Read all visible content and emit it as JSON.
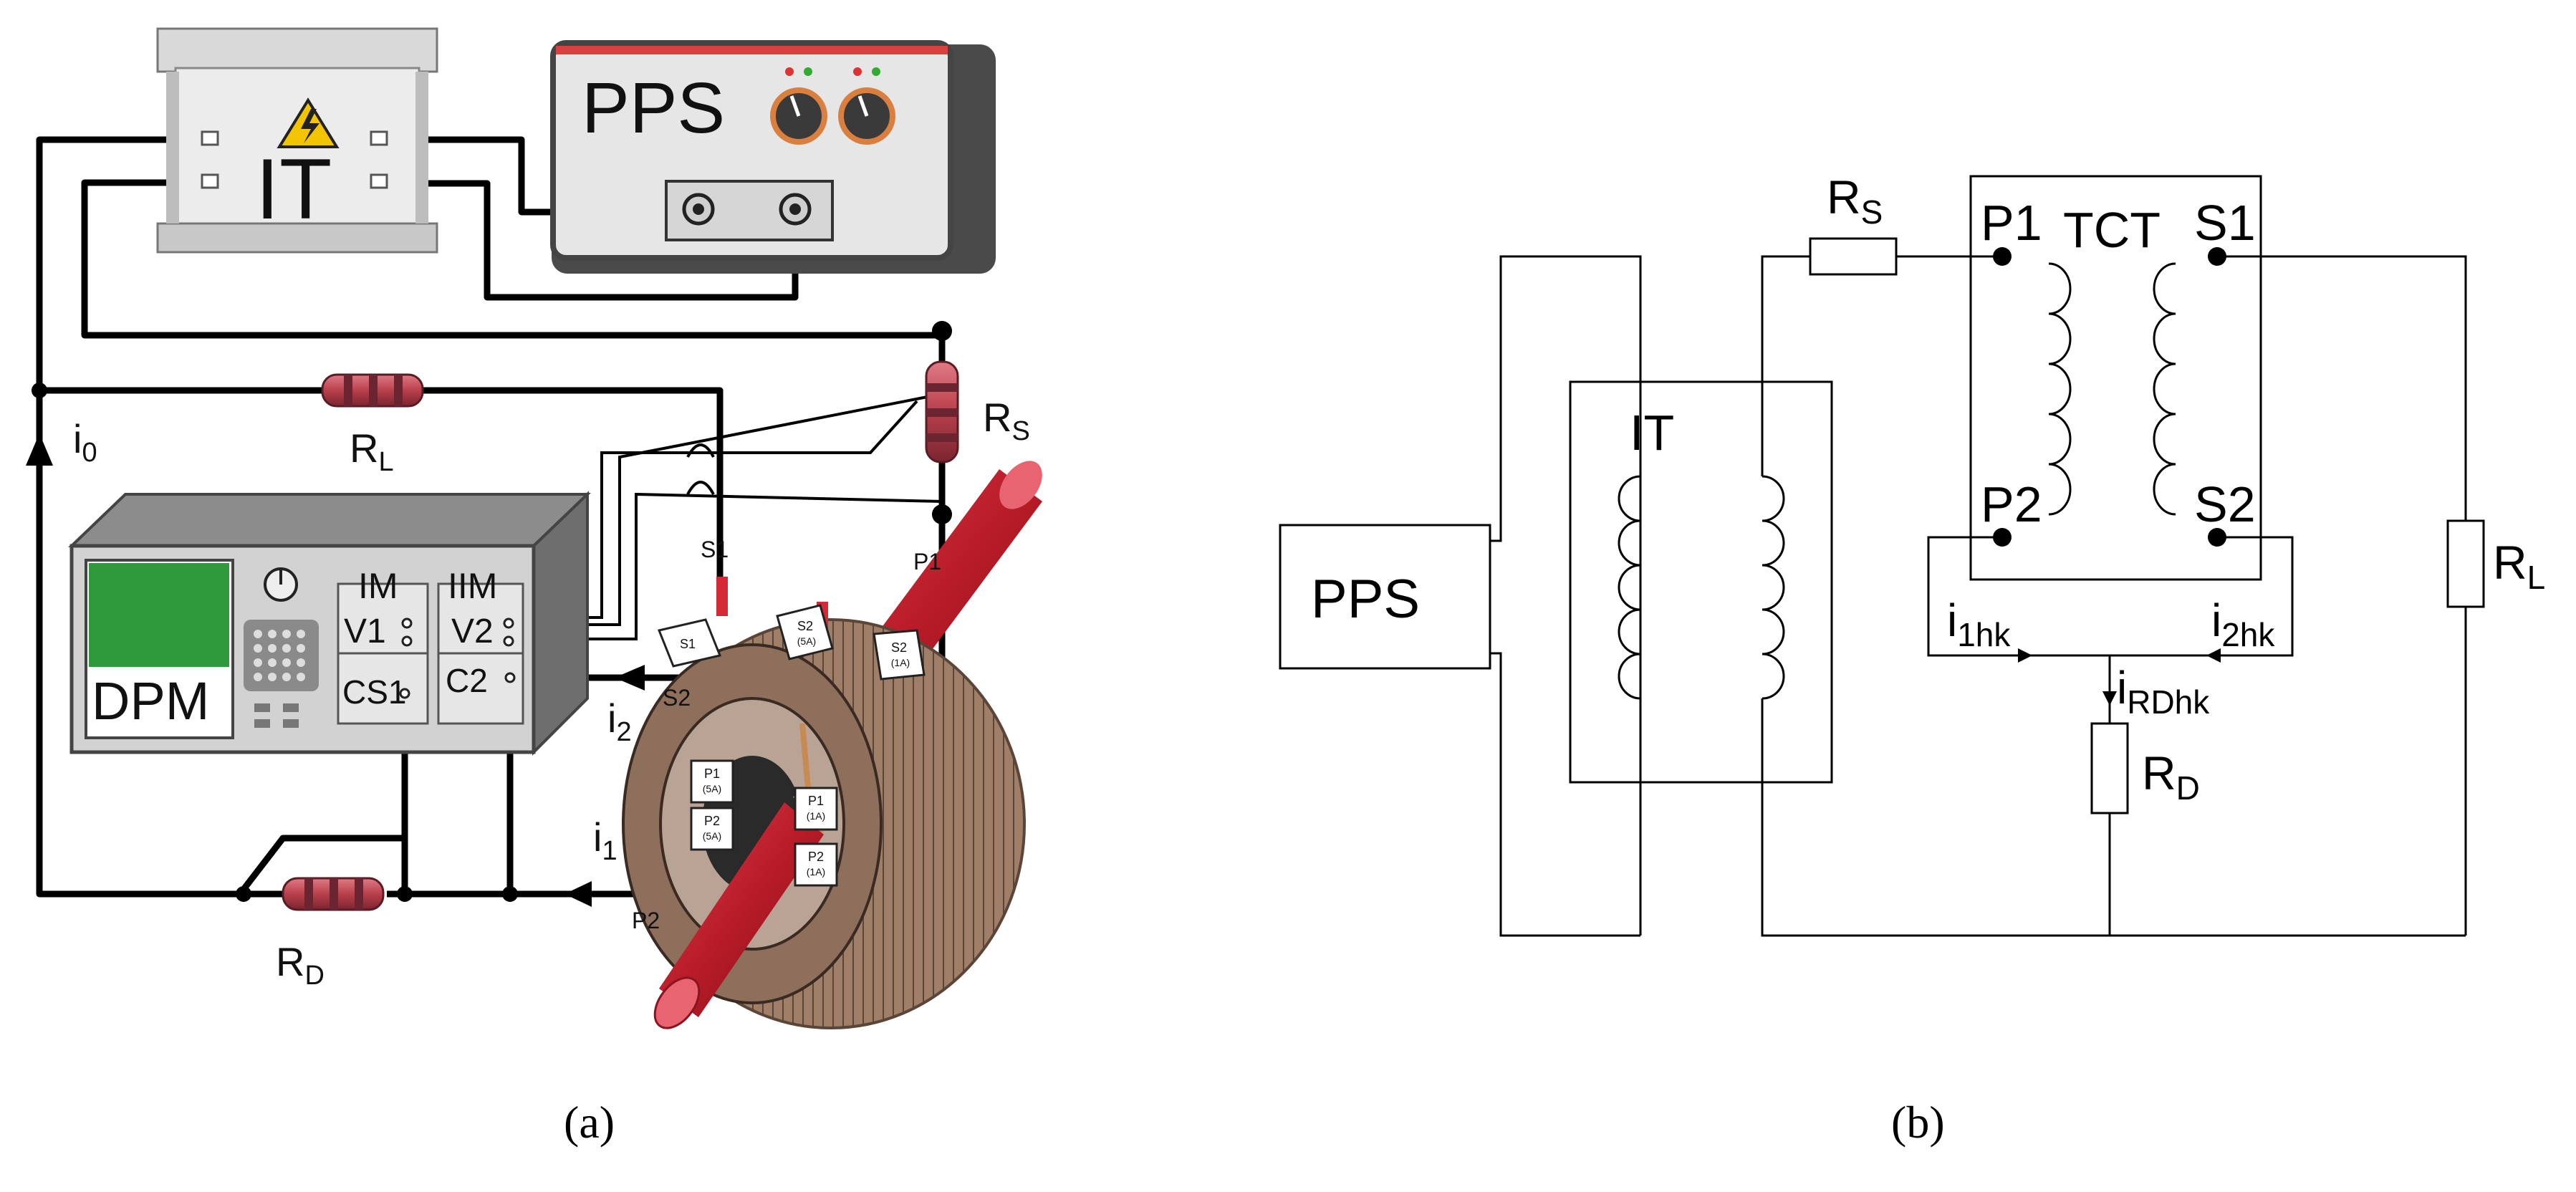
{
  "panel_a": {
    "caption": "(a)",
    "it_label": "IT",
    "pps_label": "PPS",
    "dpm_label": "DPM",
    "im_label": "IM",
    "iim_label": "IIM",
    "v1_label": "V1",
    "v2_label": "V2",
    "cs1_label": "CS1",
    "c2_label": "C2",
    "rl_label": "R",
    "rl_sub": "L",
    "rs_label": "R",
    "rs_sub": "S",
    "rd_label": "R",
    "rd_sub": "D",
    "i0_label": "i",
    "i0_sub": "0",
    "i1_label": "i",
    "i1_sub": "1",
    "i2_label": "i",
    "i2_sub": "2",
    "s1_wire": "S1",
    "s2_wire": "S2",
    "p1_wire": "P1",
    "p2_wire": "P2",
    "tag_s1": "S1",
    "tag_s2_5a": "S2",
    "tag_s2_5a_sub": "(5A)",
    "tag_s2_1a": "S2",
    "tag_s2_1a_sub": "(1A)",
    "tag_p1_5a": "P1",
    "tag_p1_5a_sub": "(5A)",
    "tag_p2_5a": "P2",
    "tag_p2_5a_sub": "(5A)",
    "tag_p1_1a": "P1",
    "tag_p1_1a_sub": "(1A)",
    "tag_p2_1a": "P2",
    "tag_p2_1a_sub": "(1A)"
  },
  "panel_b": {
    "caption": "(b)",
    "pps_label": "PPS",
    "it_label": "IT",
    "tct_label": "TCT",
    "p1_label": "P1",
    "p2_label": "P2",
    "s1_label": "S1",
    "s2_label": "S2",
    "rs_label": "R",
    "rs_sub": "S",
    "rl_label": "R",
    "rl_sub": "L",
    "rd_label": "R",
    "rd_sub": "D",
    "i1hk_label": "i",
    "i1hk_sub": "1hk",
    "i2hk_label": "i",
    "i2hk_sub": "2hk",
    "irdhk_label": "i",
    "irdhk_sub": "RDhk"
  },
  "colors": {
    "wire": "#000000",
    "resistor": "#c0505a",
    "copper": "#c68a52",
    "rod": "#c0202a",
    "screen": "#2f9a3c",
    "warning": "#f2c500"
  }
}
